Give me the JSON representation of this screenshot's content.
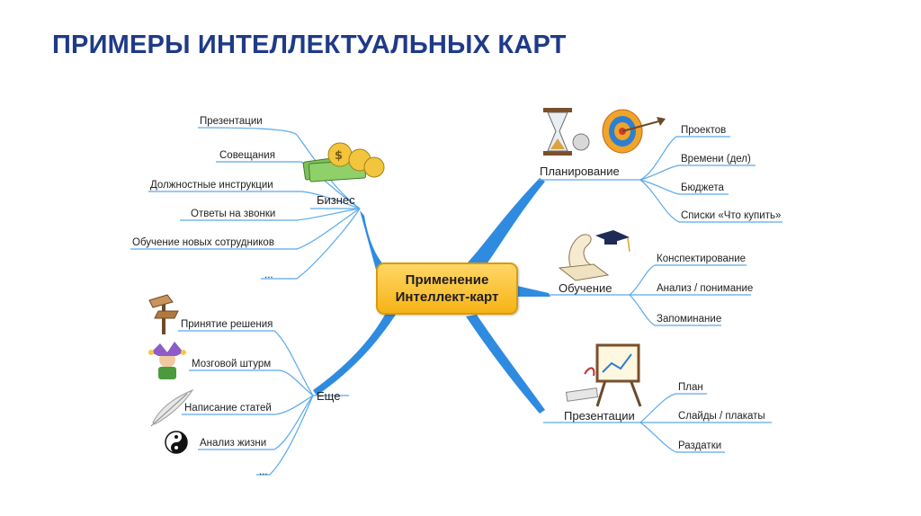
{
  "title": "ПРИМЕРЫ ИНТЕЛЛЕКТУАЛЬНЫХ КАРТ",
  "center": {
    "line1": "Применение",
    "line2": "Интеллект-карт"
  },
  "branches": {
    "business": {
      "label": "Бизнес",
      "items": [
        "Презентации",
        "Совещания",
        "Должностные инструкции",
        "Ответы на звонки",
        "Обучение новых сотрудников",
        "..."
      ]
    },
    "more": {
      "label": "Еще",
      "items": [
        "Принятие решения",
        "Мозговой штурм",
        "Написание статей",
        "Анализ жизни",
        "..."
      ]
    },
    "planning": {
      "label": "Планирование",
      "items": [
        "Проектов",
        "Времени (дел)",
        "Бюджета",
        "Списки «Что купить»"
      ]
    },
    "learning": {
      "label": "Обучение",
      "items": [
        "Конспектирование",
        "Анализ / понимание",
        "Запоминание"
      ]
    },
    "presentations": {
      "label": "Презентации",
      "items": [
        "План",
        "Слайды / плакаты",
        "Раздатки"
      ]
    }
  },
  "colors": {
    "title": "#1f3a87",
    "branch": "#2f8be0",
    "leaf_line": "#5aa9ec",
    "center_fill": "#f6b316"
  },
  "icons": [
    "money-icon",
    "signpost-icon",
    "jester-icon",
    "quill-icon",
    "yin-yang-icon",
    "hourglass-icon",
    "target-icon",
    "graduation-scroll-icon",
    "easel-icon"
  ]
}
